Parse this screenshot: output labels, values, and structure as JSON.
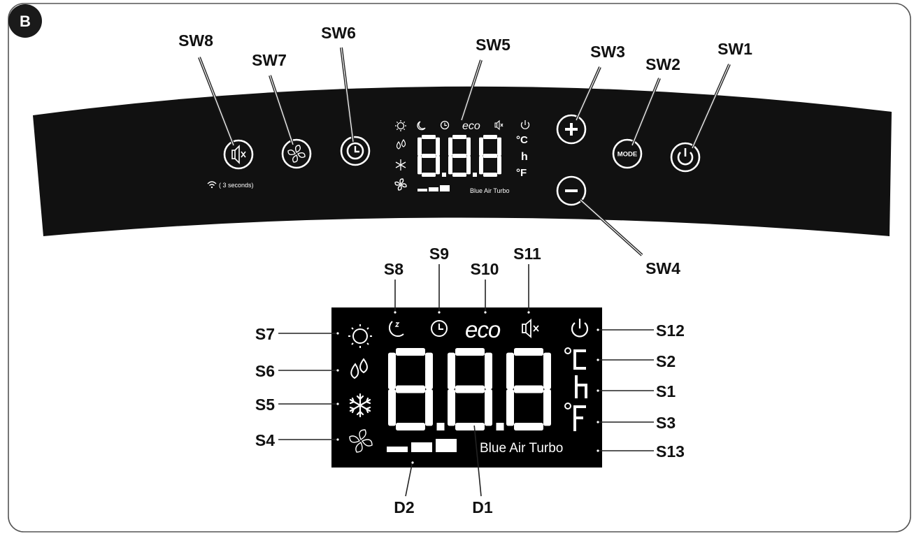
{
  "panel_badge": "B",
  "buttons": {
    "sw1": "SW1",
    "sw2": "SW2",
    "sw3": "SW3",
    "sw4": "SW4",
    "sw5": "SW5",
    "sw6": "SW6",
    "sw7": "SW7",
    "sw8": "SW8"
  },
  "mode_button_text": "MODE",
  "wifi_hint": "( 3 seconds)",
  "display_digits": "8.8.8",
  "display_modes_text": "Blue Air Turbo",
  "eco_text": "eco",
  "segments": {
    "s1": "S1",
    "s2": "S2",
    "s3": "S3",
    "s4": "S4",
    "s5": "S5",
    "s6": "S6",
    "s7": "S7",
    "s8": "S8",
    "s9": "S9",
    "s10": "S10",
    "s11": "S11",
    "s12": "S12",
    "s13": "S13"
  },
  "digits_label": {
    "d1": "D1",
    "d2": "D2"
  },
  "unit_c": "°C",
  "unit_f": "°F",
  "unit_h": "h",
  "colors": {
    "panel": "#111111",
    "display_bg": "#000000",
    "segment": "#ffffff",
    "frame": "#333333"
  }
}
